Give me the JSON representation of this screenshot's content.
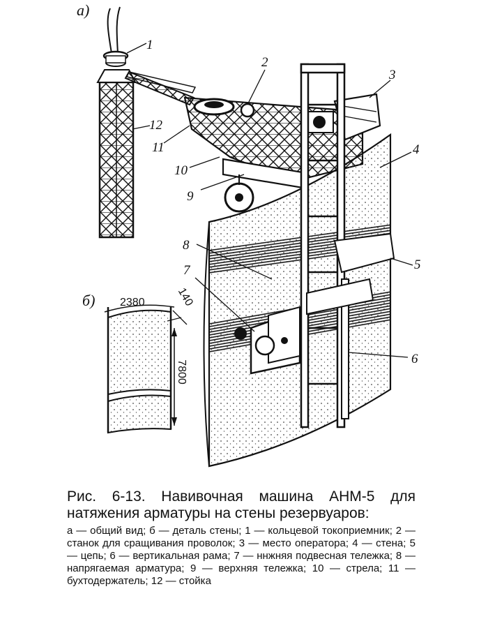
{
  "figure": {
    "part_labels": {
      "a": "a)",
      "b": "б)"
    },
    "callouts": [
      "1",
      "2",
      "3",
      "4",
      "5",
      "6",
      "7",
      "8",
      "9",
      "10",
      "11",
      "12"
    ],
    "dimensions": {
      "width": "2380",
      "thickness": "140",
      "height": "7800"
    }
  },
  "caption": {
    "title": "Рис. 6-13. Навивочная машина АНМ-5 для натяжения арматуры на стены резервуаров:",
    "legend": "а — общий вид; б — деталь стены; 1 — кольцевой токоприемник; 2 — станок для сращивания проволок; 3 — место оператора; 4 — стена; 5 — цепь; 6 — вертикальная рама; 7 — ннжняя подвесная тележка; 8 — напрягаемая арматура; 9 — верхняя тележка; 10 — стрела; 11 — бухтодержатель; 12 — стойка"
  },
  "colors": {
    "ink": "#111111",
    "paper": "#ffffff",
    "stipple": "#555555"
  }
}
